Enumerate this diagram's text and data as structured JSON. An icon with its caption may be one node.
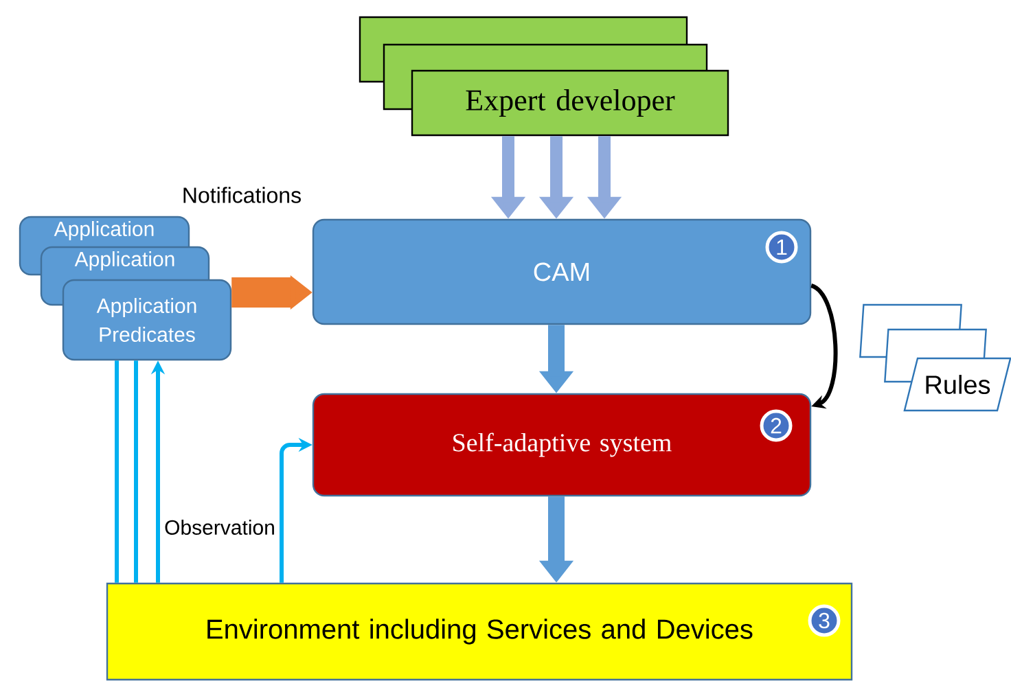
{
  "diagram": {
    "nodes": [
      {
        "text": [],
        "shape": "box"
      },
      {
        "text": [],
        "shape": "box"
      },
      {
        "text": [
          "Expert developer"
        ]
      },
      {
        "text": [
          "Application"
        ]
      },
      {
        "text": [
          "Application"
        ]
      },
      {
        "text": [
          "Application Predicates"
        ]
      },
      {
        "text": [
          "CAM",
          "1"
        ]
      },
      {
        "text": [
          "Self-adaptive system",
          "2"
        ]
      },
      {
        "text": [],
        "shape": "parallelogram"
      },
      {
        "text": [],
        "shape": "parallelogram"
      },
      {
        "text": [
          "Rules"
        ]
      },
      {
        "text": [
          "Environment including Services and Devices",
          "3"
        ]
      }
    ],
    "edges": [
      {
        "from": 2,
        "to": 6,
        "arrow": "to",
        "color": "#8faadc"
      },
      {
        "from": 2,
        "to": 6,
        "arrow": "to",
        "color": "#8faadc"
      },
      {
        "from": 2,
        "to": 6,
        "arrow": "to",
        "color": "#8faadc"
      },
      {
        "from": 5,
        "to": 6,
        "arrow": "to",
        "style": "thick",
        "color": "#ed7d31",
        "label": "Notifications"
      },
      {
        "from": 6,
        "to": 7,
        "arrow": "to",
        "color": "#5b9bd5"
      },
      {
        "from": 7,
        "to": 11,
        "arrow": "to",
        "color": "#5b9bd5"
      },
      {
        "from": 6,
        "to": 7,
        "arrow": "to",
        "color": "#000000"
      },
      {
        "from": 11,
        "to": 5,
        "arrow": "none",
        "color": "#00b0f0"
      },
      {
        "from": 11,
        "to": 5,
        "arrow": "none",
        "color": "#00b0f0"
      },
      {
        "from": 11,
        "to": 5,
        "arrow": "to",
        "color": "#00b0f0"
      },
      {
        "from": 11,
        "to": 7,
        "arrow": "to",
        "color": "#00b0f0"
      }
    ],
    "labels": [
      "Observation"
    ]
  }
}
